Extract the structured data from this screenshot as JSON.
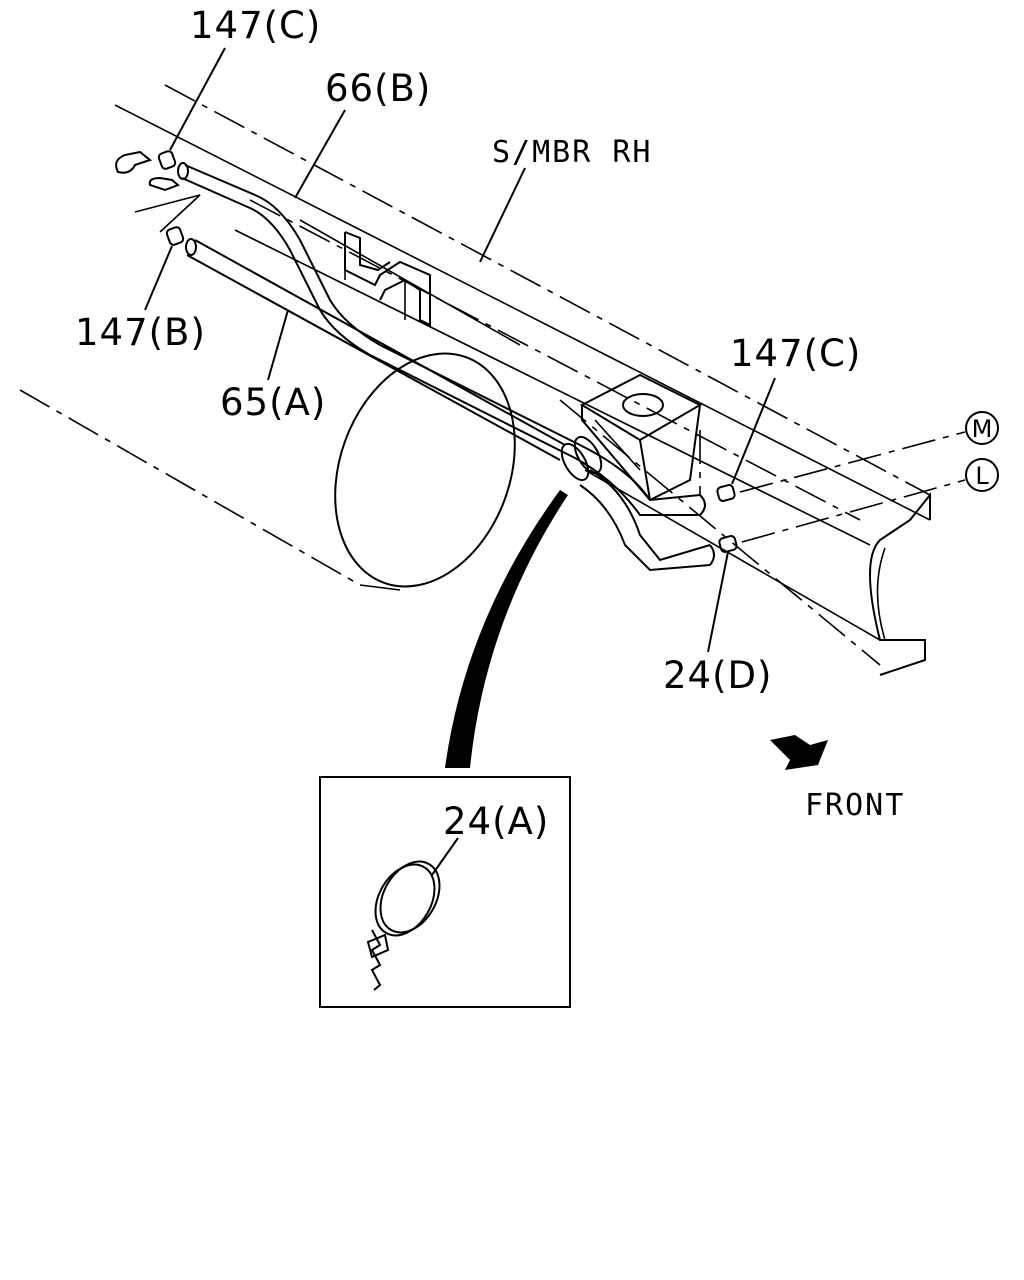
{
  "labels": {
    "part_147_c_top": "147(C)",
    "part_66_b": "66(B)",
    "sub_member": "S/MBR RH",
    "part_147_b": "147(B)",
    "part_65_a": "65(A)",
    "part_147_c_right": "147(C)",
    "part_24_d": "24(D)",
    "part_24_a": "24(A)",
    "front": "FRONT"
  },
  "connectors": {
    "m": "M",
    "l": "L"
  },
  "icons": {
    "front_arrow": "front-direction-arrow-icon"
  }
}
